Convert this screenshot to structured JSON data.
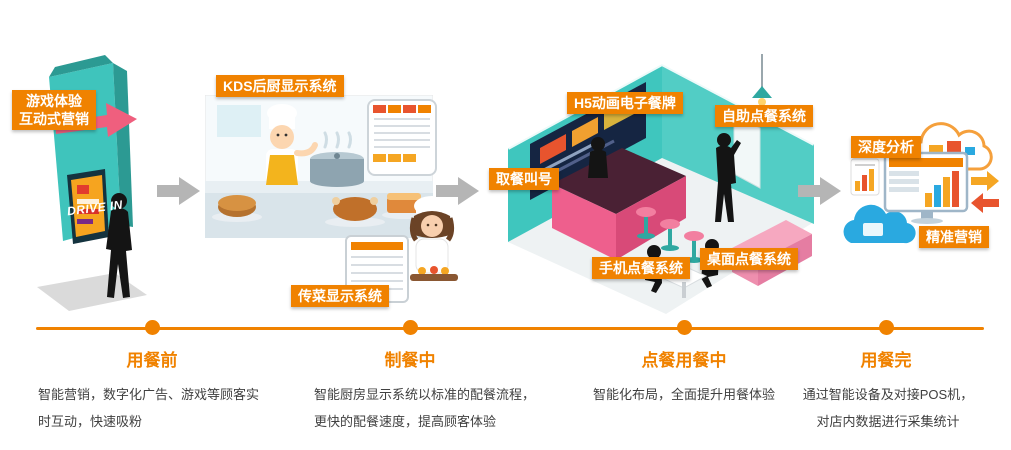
{
  "colors": {
    "accent_orange": "#f08200",
    "teal": "#3fc6be",
    "arrow_gray": "#b5b5b5",
    "text_dark": "#404040",
    "counter_pink": "#ee5f8d",
    "cloud_blue": "#2aa9e0"
  },
  "scene_pre_dining": {
    "badge_line1": "游戏体验",
    "badge_line2": "互动式营销",
    "kiosk_sign": "DRIVE IN"
  },
  "scene_kitchen": {
    "kds_badge": "KDS后厨显示系统",
    "pass_badge": "传菜显示系统"
  },
  "scene_dining": {
    "h5_badge": "H5动画电子餐牌",
    "self_order_badge": "自助点餐系统",
    "pickup_badge": "取餐叫号",
    "mobile_order_badge": "手机点餐系统",
    "table_order_badge": "桌面点餐系统"
  },
  "scene_post_dining": {
    "analysis_badge": "深度分析",
    "marketing_badge": "精准营销"
  },
  "timeline": {
    "stages": [
      {
        "title": "用餐前",
        "desc": "智能营销，数字化广告、游戏等顾客实时互动，快速吸粉"
      },
      {
        "title": "制餐中",
        "desc": "智能厨房显示系统以标准的配餐流程，更快的配餐速度，提高顾客体验"
      },
      {
        "title": "点餐用餐中",
        "desc": "智能化布局，全面提升用餐体验"
      },
      {
        "title": "用餐完",
        "desc": "通过智能设备及对接POS机，对店内数据进行采集统计"
      }
    ]
  }
}
